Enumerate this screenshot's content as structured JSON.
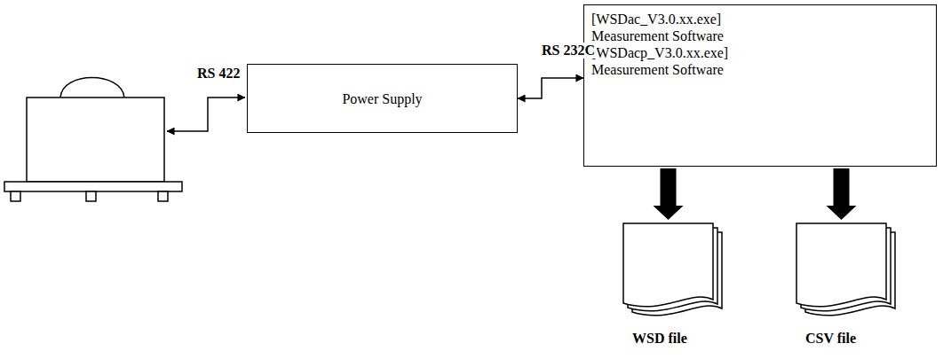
{
  "diagram": {
    "nodes": [
      {
        "text": [
          "Power Supply"
        ]
      },
      {
        "text": [
          "[WSDac_V3.0.xx.exe] Measurement Software",
          "[WSDacp_V3.0.xx.exe] Measurement Software"
        ]
      },
      {
        "text": [
          "WSD file"
        ]
      },
      {
        "text": [
          "CSV file"
        ]
      }
    ],
    "edges": [
      {
        "from": 0,
        "to": 1,
        "arrow": "both",
        "label": "RS 232C"
      },
      {
        "from": 1,
        "to": 2,
        "arrow": "to"
      },
      {
        "from": 1,
        "to": 3,
        "arrow": "to"
      }
    ],
    "labels": [
      "RS 422"
    ]
  }
}
